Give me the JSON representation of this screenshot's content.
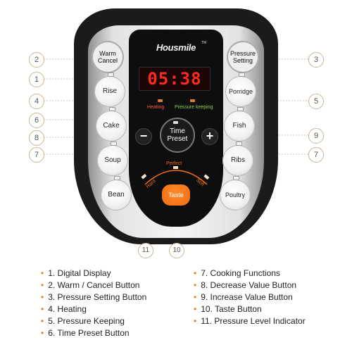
{
  "panel": {
    "brand": "Housmile",
    "trademark": "TM",
    "display_time": "05:38",
    "indicators": {
      "heating": "Heating",
      "pressure_keeping": "Pressure keeping"
    },
    "buttons": {
      "warm_cancel": [
        "Warm",
        "Cancel"
      ],
      "pressure_setting": [
        "Pressure",
        "Setting"
      ],
      "rise": "Rise",
      "cake": "Cake",
      "soup": "Soup",
      "bean": "Bean",
      "porridge": "Porridge",
      "fish": "Fish",
      "ribs": "Ribs",
      "poultry": "Poultry",
      "minus": "−",
      "plus": "+",
      "time_preset": [
        "Time",
        "Preset"
      ],
      "taste": "Taste"
    },
    "pressure_levels": {
      "hard": "Hard",
      "perfect": "Perfect",
      "soft": "Soft"
    }
  },
  "callouts": {
    "left": [
      "2",
      "1",
      "4",
      "6",
      "8",
      "7"
    ],
    "right": [
      "3",
      "5",
      "9",
      "7"
    ],
    "bottom": [
      "11",
      "10"
    ]
  },
  "legend": {
    "left": [
      "1. Digital Display",
      "2. Warm / Cancel Button",
      "3. Pressure Setting Button",
      "4. Heating",
      "5. Pressure Keeping",
      "6. Time Preset Button"
    ],
    "right": [
      "7. Cooking Functions",
      "8. Decrease Value Button",
      "9. Increase Value Button",
      "10. Taste Button",
      "11. Pressure Level Indicator"
    ]
  },
  "colors": {
    "accent_orange": "#f06c10",
    "display_red": "#ff2a1f",
    "callout_line": "#c9b49a",
    "bullet": "#e87d1e"
  }
}
